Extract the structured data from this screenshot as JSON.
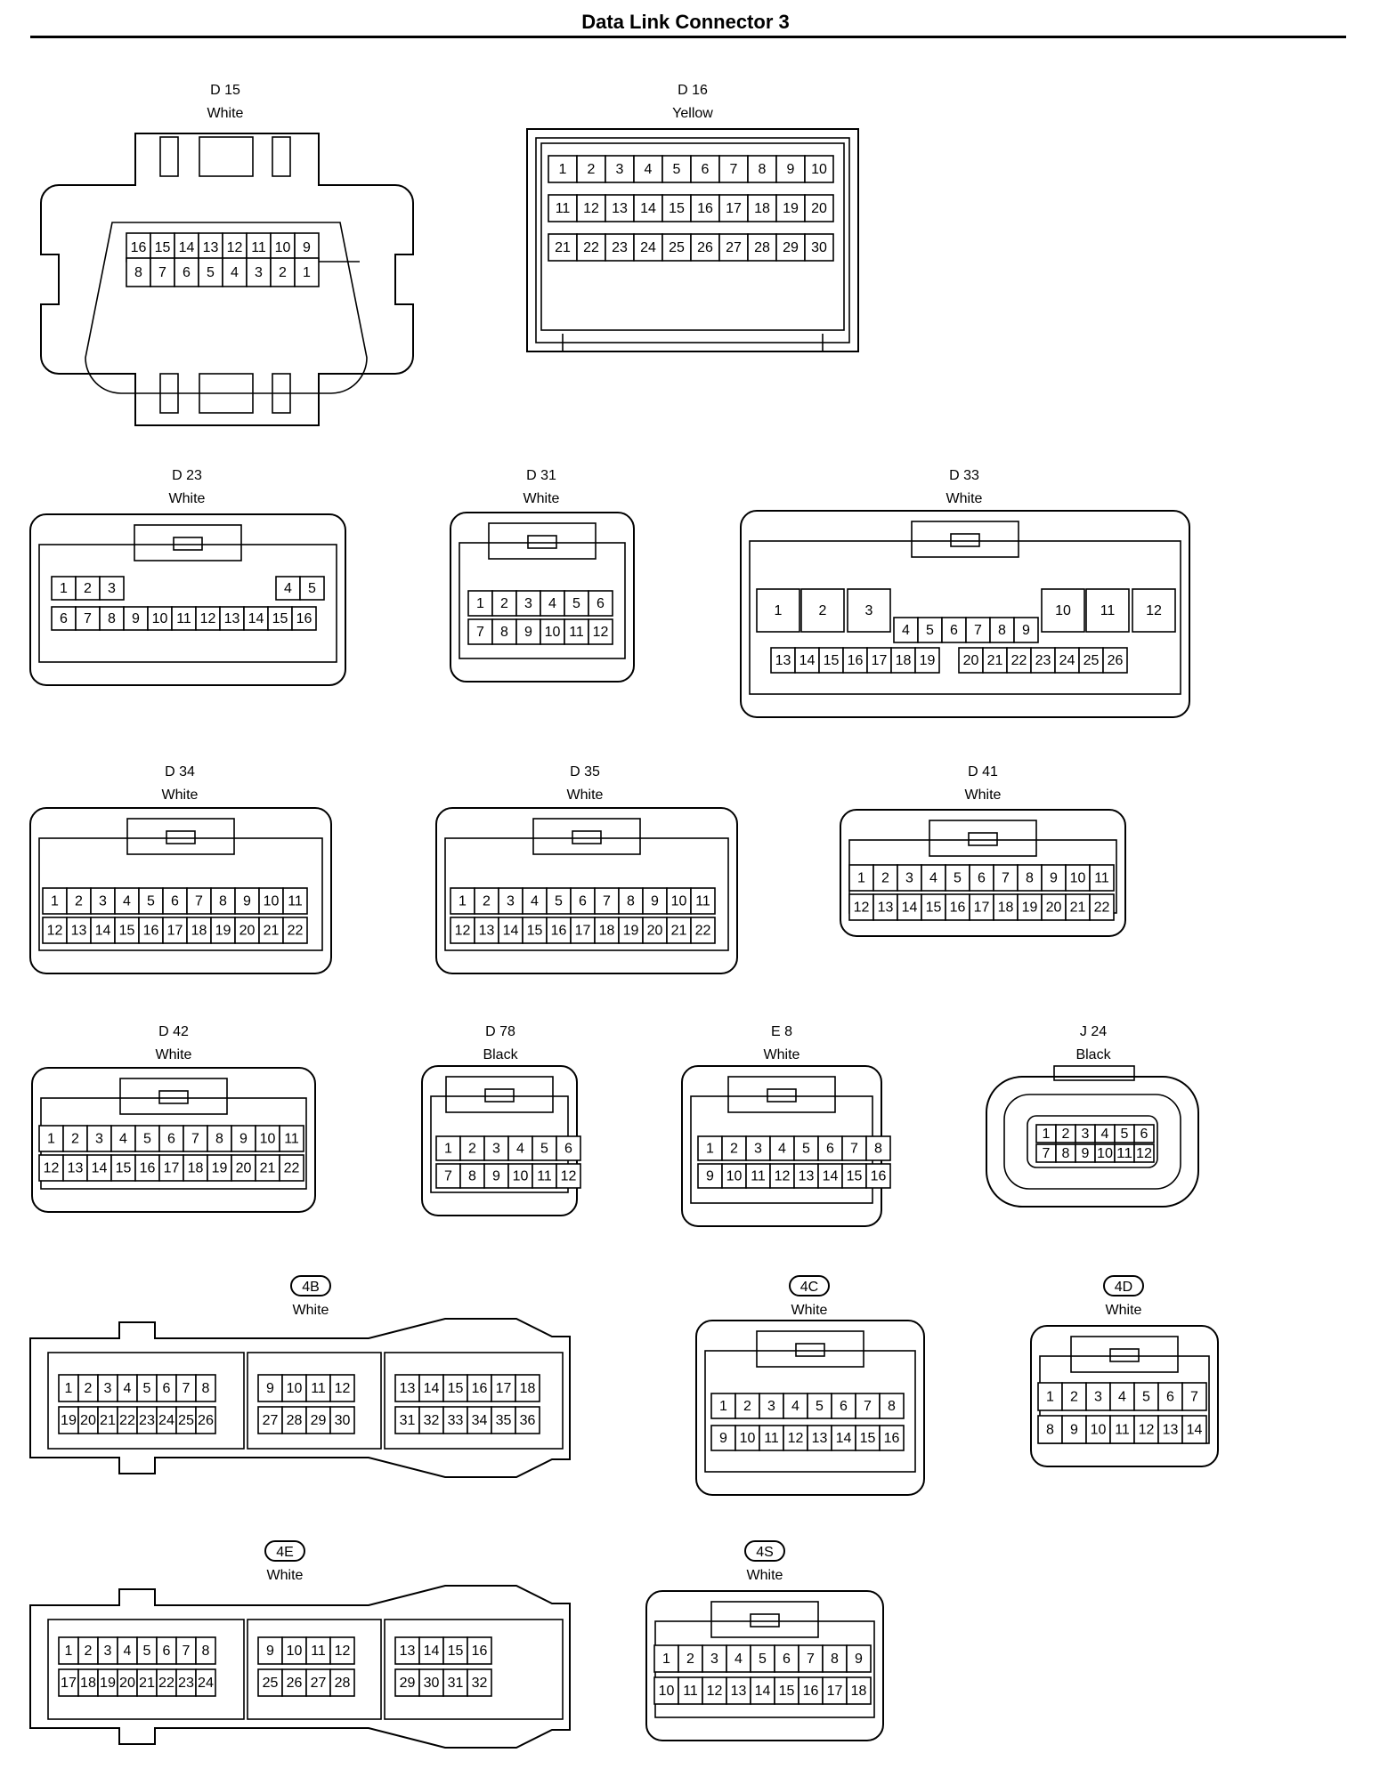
{
  "page": {
    "title": "Data Link Connector 3"
  },
  "connectors": [
    {
      "id": "d15",
      "code": "D 15",
      "color": "White",
      "badge": false,
      "rows": [
        [
          "16",
          "15",
          "14",
          "13",
          "12",
          "11",
          "10",
          "9"
        ],
        [
          "8",
          "7",
          "6",
          "5",
          "4",
          "3",
          "2",
          "1"
        ]
      ]
    },
    {
      "id": "d16",
      "code": "D 16",
      "color": "Yellow",
      "badge": false,
      "rows": [
        [
          "1",
          "2",
          "3",
          "4",
          "5",
          "6",
          "7",
          "8",
          "9",
          "10"
        ],
        [
          "11",
          "12",
          "13",
          "14",
          "15",
          "16",
          "17",
          "18",
          "19",
          "20"
        ],
        [
          "21",
          "22",
          "23",
          "24",
          "25",
          "26",
          "27",
          "28",
          "29",
          "30"
        ]
      ]
    },
    {
      "id": "d23",
      "code": "D 23",
      "color": "White",
      "badge": false,
      "rows": [
        [
          "1",
          "2",
          "3",
          "4",
          "5"
        ],
        [
          "6",
          "7",
          "8",
          "9",
          "10",
          "11",
          "12",
          "13",
          "14",
          "15",
          "16"
        ]
      ]
    },
    {
      "id": "d31",
      "code": "D 31",
      "color": "White",
      "badge": false,
      "rows": [
        [
          "1",
          "2",
          "3",
          "4",
          "5",
          "6"
        ],
        [
          "7",
          "8",
          "9",
          "10",
          "11",
          "12"
        ]
      ]
    },
    {
      "id": "d33",
      "code": "D 33",
      "color": "White",
      "badge": false,
      "rows": [
        [
          "1",
          "2",
          "3",
          "10",
          "11",
          "12"
        ],
        [
          "4",
          "5",
          "6",
          "7",
          "8",
          "9"
        ],
        [
          "13",
          "14",
          "15",
          "16",
          "17",
          "18",
          "19",
          "20",
          "21",
          "22",
          "23",
          "24",
          "25",
          "26"
        ]
      ]
    },
    {
      "id": "d34",
      "code": "D 34",
      "color": "White",
      "badge": false,
      "rows": [
        [
          "1",
          "2",
          "3",
          "4",
          "5",
          "6",
          "7",
          "8",
          "9",
          "10",
          "11"
        ],
        [
          "12",
          "13",
          "14",
          "15",
          "16",
          "17",
          "18",
          "19",
          "20",
          "21",
          "22"
        ]
      ]
    },
    {
      "id": "d35",
      "code": "D 35",
      "color": "White",
      "badge": false,
      "rows": [
        [
          "1",
          "2",
          "3",
          "4",
          "5",
          "6",
          "7",
          "8",
          "9",
          "10",
          "11"
        ],
        [
          "12",
          "13",
          "14",
          "15",
          "16",
          "17",
          "18",
          "19",
          "20",
          "21",
          "22"
        ]
      ]
    },
    {
      "id": "d41",
      "code": "D 41",
      "color": "White",
      "badge": false,
      "rows": [
        [
          "1",
          "2",
          "3",
          "4",
          "5",
          "6",
          "7",
          "8",
          "9",
          "10",
          "11"
        ],
        [
          "12",
          "13",
          "14",
          "15",
          "16",
          "17",
          "18",
          "19",
          "20",
          "21",
          "22"
        ]
      ]
    },
    {
      "id": "d42",
      "code": "D 42",
      "color": "White",
      "badge": false,
      "rows": [
        [
          "1",
          "2",
          "3",
          "4",
          "5",
          "6",
          "7",
          "8",
          "9",
          "10",
          "11"
        ],
        [
          "12",
          "13",
          "14",
          "15",
          "16",
          "17",
          "18",
          "19",
          "20",
          "21",
          "22"
        ]
      ]
    },
    {
      "id": "d78",
      "code": "D 78",
      "color": "Black",
      "badge": false,
      "rows": [
        [
          "1",
          "2",
          "3",
          "4",
          "5",
          "6"
        ],
        [
          "7",
          "8",
          "9",
          "10",
          "11",
          "12"
        ]
      ]
    },
    {
      "id": "e8",
      "code": "E 8",
      "color": "White",
      "badge": false,
      "rows": [
        [
          "1",
          "2",
          "3",
          "4",
          "5",
          "6",
          "7",
          "8"
        ],
        [
          "9",
          "10",
          "11",
          "12",
          "13",
          "14",
          "15",
          "16"
        ]
      ]
    },
    {
      "id": "j24",
      "code": "J 24",
      "color": "Black",
      "badge": false,
      "rows": [
        [
          "1",
          "2",
          "3",
          "4",
          "5",
          "6"
        ],
        [
          "7",
          "8",
          "9",
          "10",
          "11",
          "12"
        ]
      ]
    },
    {
      "id": "4b",
      "code": "4B",
      "color": "White",
      "badge": true,
      "groups": [
        [
          [
            "1",
            "2",
            "3",
            "4",
            "5",
            "6",
            "7",
            "8"
          ],
          [
            "19",
            "20",
            "21",
            "22",
            "23",
            "24",
            "25",
            "26"
          ]
        ],
        [
          [
            "9",
            "10",
            "11",
            "12"
          ],
          [
            "27",
            "28",
            "29",
            "30"
          ]
        ],
        [
          [
            "13",
            "14",
            "15",
            "16",
            "17",
            "18"
          ],
          [
            "31",
            "32",
            "33",
            "34",
            "35",
            "36"
          ]
        ]
      ]
    },
    {
      "id": "4c",
      "code": "4C",
      "color": "White",
      "badge": true,
      "rows": [
        [
          "1",
          "2",
          "3",
          "4",
          "5",
          "6",
          "7",
          "8"
        ],
        [
          "9",
          "10",
          "11",
          "12",
          "13",
          "14",
          "15",
          "16"
        ]
      ]
    },
    {
      "id": "4d",
      "code": "4D",
      "color": "White",
      "badge": true,
      "rows": [
        [
          "1",
          "2",
          "3",
          "4",
          "5",
          "6",
          "7"
        ],
        [
          "8",
          "9",
          "10",
          "11",
          "12",
          "13",
          "14"
        ]
      ]
    },
    {
      "id": "4e",
      "code": "4E",
      "color": "White",
      "badge": true,
      "groups": [
        [
          [
            "1",
            "2",
            "3",
            "4",
            "5",
            "6",
            "7",
            "8"
          ],
          [
            "17",
            "18",
            "19",
            "20",
            "21",
            "22",
            "23",
            "24"
          ]
        ],
        [
          [
            "9",
            "10",
            "11",
            "12"
          ],
          [
            "25",
            "26",
            "27",
            "28"
          ]
        ],
        [
          [
            "13",
            "14",
            "15",
            "16"
          ],
          [
            "29",
            "30",
            "31",
            "32"
          ]
        ]
      ]
    },
    {
      "id": "4s",
      "code": "4S",
      "color": "White",
      "badge": true,
      "rows": [
        [
          "1",
          "2",
          "3",
          "4",
          "5",
          "6",
          "7",
          "8",
          "9"
        ],
        [
          "10",
          "11",
          "12",
          "13",
          "14",
          "15",
          "16",
          "17",
          "18"
        ]
      ]
    }
  ]
}
